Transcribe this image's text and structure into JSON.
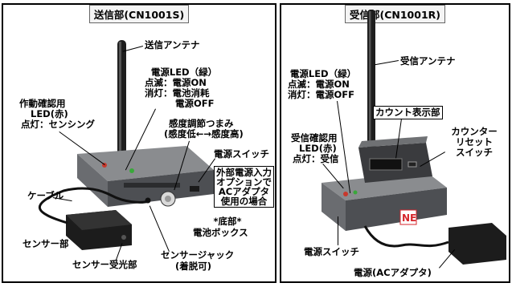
{
  "left_panel": {
    "title": "送信部(CN1001S)",
    "labels": {
      "antenna": "送信アンテナ",
      "power_led_title": "電源LED（緑）",
      "power_led_blink": "点滅：電源ON",
      "power_led_off_battery": "消灯：電池消耗",
      "power_led_power_off": "電源OFF",
      "operation_led_1": "作動確認用",
      "operation_led_2": "LED(赤)",
      "operation_led_3": "点灯：センシング",
      "sensitivity_1": "感度調節つまみ",
      "sensitivity_2": "(感度低←→感度高)",
      "power_switch": "電源スイッチ",
      "external_power_1": "外部電源入力",
      "external_power_2": "オプションで",
      "external_power_3": "ACアダプタ",
      "external_power_4": "使用の場合",
      "cable": "ケーブル",
      "battery_1": "*底部*",
      "battery_2": "電池ボックス",
      "sensor": "センサー部",
      "sensor_jack_1": "センサージャック",
      "sensor_jack_2": "(着脱可)",
      "sensor_receiver": "センサー受光部"
    }
  },
  "right_panel": {
    "title": "受信部(CN1001R)",
    "labels": {
      "antenna": "受信アンテナ",
      "power_led_title": "電源LED（緑）",
      "power_led_blink": "点滅：電源ON",
      "power_led_off": "消灯：電源OFF",
      "count_display": "カウント表示部",
      "receive_led_1": "受信確認用",
      "receive_led_2": "LED(赤)",
      "receive_led_3": "点灯：受信",
      "counter_reset_1": "カウンター",
      "counter_reset_2": "リセット",
      "counter_reset_3": "スイッチ",
      "power_switch": "電源スイッチ",
      "power_ac": "電源(ACアダプタ)"
    }
  },
  "colors": {
    "device_body": "#6f7174",
    "device_dark": "#2c2d30",
    "antenna": "#1e1e1e",
    "led_green": "#39a83a",
    "led_red": "#c8382c",
    "logo_red": "#d6262c"
  }
}
